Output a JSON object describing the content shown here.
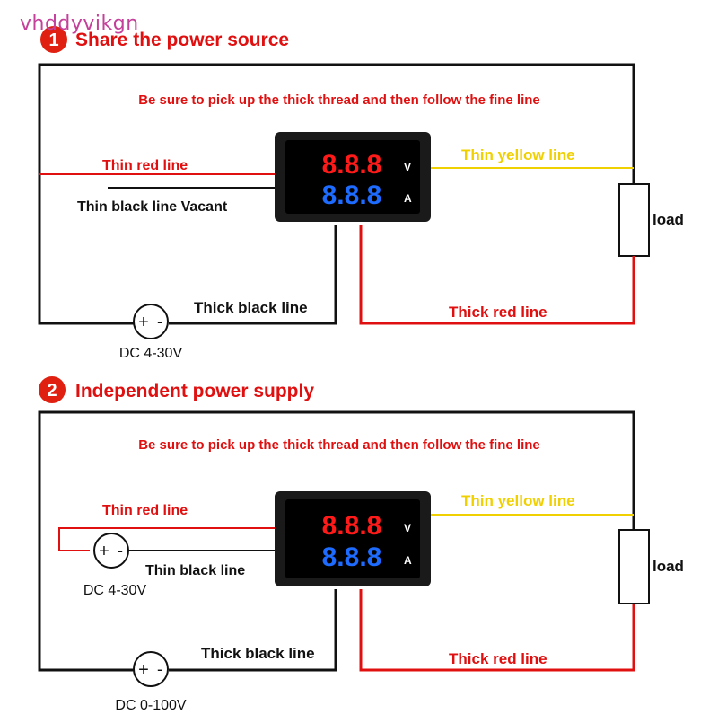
{
  "watermark": "vhddyvikgn",
  "colors": {
    "red": "#e01010",
    "yellow": "#f0d000",
    "black": "#111111",
    "display_red": "#ff1a1a",
    "display_blue": "#1e6bff",
    "badge": "#e02010"
  },
  "sections": [
    {
      "number": "1",
      "title": "Share the power source",
      "instruction": "Be sure to pick up the thick thread and then follow the fine line",
      "thin_red": "Thin red line",
      "thin_black": "Thin black line Vacant",
      "thin_yellow": "Thin yellow line",
      "thick_black": "Thick black line",
      "thick_red": "Thick red line",
      "load": "load",
      "meter": {
        "top_digits": "8.8.8",
        "bottom_digits": "8.8.8",
        "v_unit": "V",
        "a_unit": "A"
      },
      "supply_main": {
        "plus": "+",
        "minus": "-",
        "label": "DC 4-30V"
      }
    },
    {
      "number": "2",
      "title": "Independent power supply",
      "instruction": "Be sure to pick up the thick thread and then follow the fine line",
      "thin_red": "Thin red line",
      "thin_black": "Thin black line",
      "thin_yellow": "Thin yellow line",
      "thick_black": "Thick black line",
      "thick_red": "Thick red line",
      "load": "load",
      "meter": {
        "top_digits": "8.8.8",
        "bottom_digits": "8.8.8",
        "v_unit": "V",
        "a_unit": "A"
      },
      "supply_aux": {
        "plus": "+",
        "minus": "-",
        "label": "DC 4-30V"
      },
      "supply_main": {
        "plus": "+",
        "minus": "-",
        "label": "DC 0-100V"
      }
    }
  ]
}
